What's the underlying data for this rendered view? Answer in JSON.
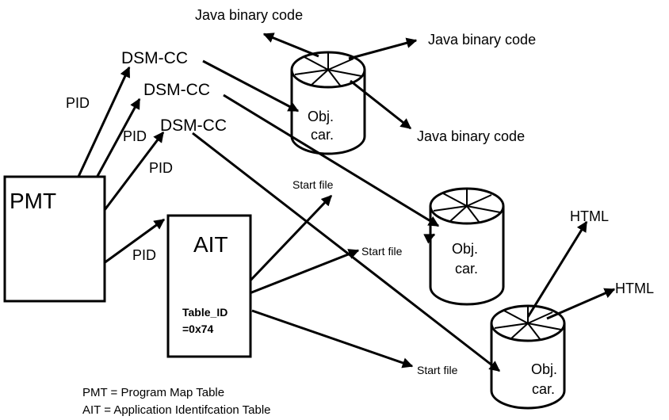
{
  "boxes": {
    "pmt": "PMT",
    "ait": "AIT",
    "ait_table_id": "Table_ID",
    "ait_table_value": "=0x74"
  },
  "labels": {
    "dsmcc": "DSM-CC",
    "pid": "PID",
    "java": "Java binary code",
    "start_file": "Start file",
    "html": "HTML"
  },
  "carousel": {
    "line1": "Obj.",
    "line2": "car."
  },
  "legend": [
    "PMT = Program Map Table",
    "AIT = Application Identifcation Table"
  ]
}
